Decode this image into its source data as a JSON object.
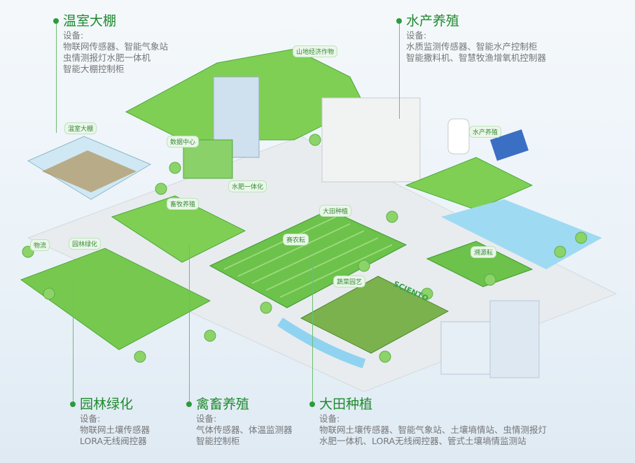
{
  "sections": {
    "greenhouse": {
      "title": "温室大棚",
      "label": "设备:",
      "lines": [
        "物联网传感器、智能气象站",
        "虫情测报灯水肥一体机",
        "智能大棚控制柜"
      ]
    },
    "aquaculture": {
      "title": "水产养殖",
      "label": "设备:",
      "lines": [
        "水质监测传感器、智能水产控制柜",
        "智能撒料机、智慧牧渔增氧机控制器"
      ]
    },
    "garden": {
      "title": "园林绿化",
      "label": "设备:",
      "lines": [
        "物联网土壤传感器",
        "LORA无线阀控器"
      ]
    },
    "livestock": {
      "title": "禽畜养殖",
      "label": "设备:",
      "lines": [
        "气体传感器、体温监测器",
        "智能控制柜"
      ]
    },
    "field": {
      "title": "大田种植",
      "label": "设备:",
      "lines": [
        "物联网土壤传感器、智能气象站、土壤墒情站、虫情测报灯",
        "水肥一体机、LORA无线阀控器、管式土壤墒情监测站"
      ]
    }
  },
  "map_tags": {
    "mountain": "山地经济作物",
    "greenhouse": "温室大棚",
    "datacenter": "数据中心",
    "fertigation": "水肥一体化",
    "livestock": "畜牧养殖",
    "logistics": "物流",
    "garden": "园林绿化",
    "field": "大田种植",
    "sainong": "赛农耘",
    "vegetable": "蔬菜园艺",
    "aquaculture": "水产养殖",
    "trace": "溯源耘"
  },
  "brand": "SCIENTO",
  "colors": {
    "accent": "#2e9a3c",
    "grass": "#6cc24a",
    "water": "#8fd3f0"
  }
}
